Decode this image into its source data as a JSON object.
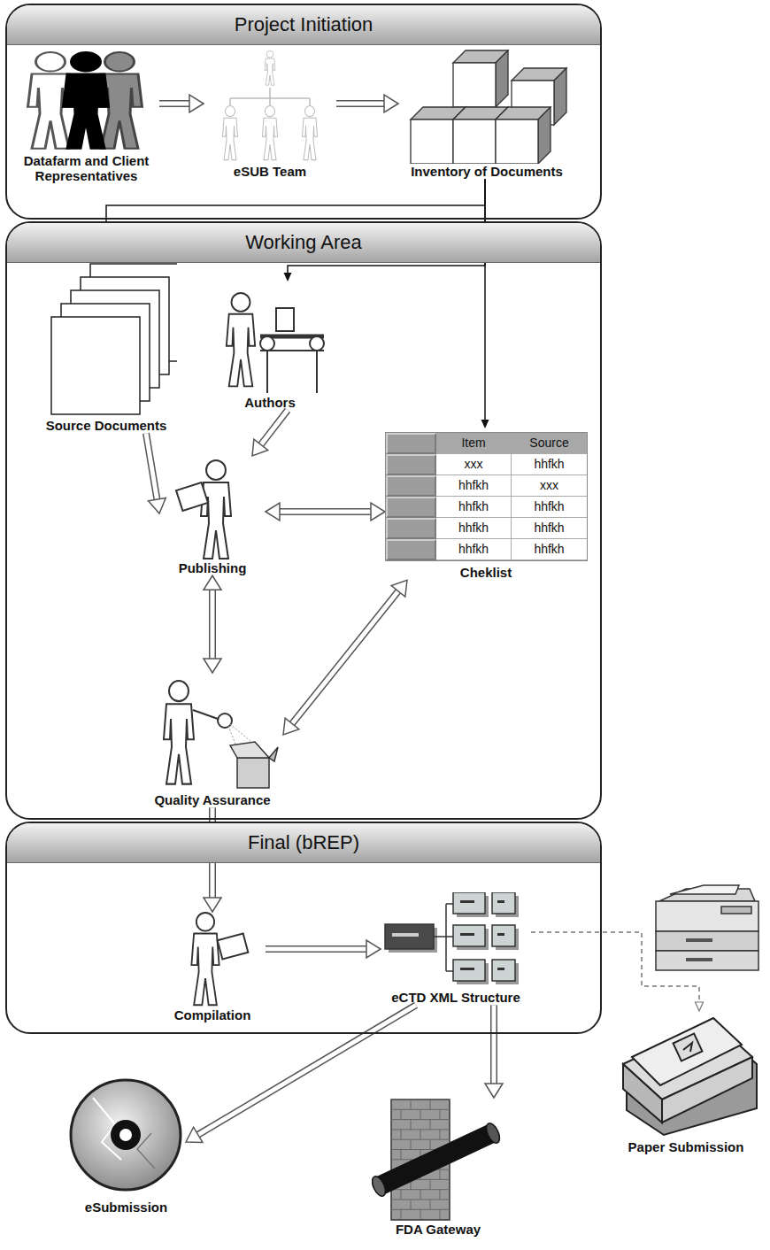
{
  "diagram": {
    "nodes": [
      {
        "text": [
          "Project Initiation"
        ]
      },
      {
        "text": [
          "Datafarm and Client Representatives"
        ],
        "in": 0
      },
      {
        "text": [
          "eSUB Team"
        ],
        "in": 0
      },
      {
        "text": [
          "Inventory of Documents"
        ],
        "in": 0
      },
      {
        "text": [
          "Working Area"
        ]
      },
      {
        "text": [
          "Source Documents"
        ],
        "in": 4
      },
      {
        "text": [
          "Authors"
        ],
        "in": 4
      },
      {
        "text": [
          "Publishing"
        ],
        "in": 4
      },
      {
        "text": [
          "Cheklist"
        ],
        "in": 4
      },
      {
        "text": [
          "Quality Assurance"
        ],
        "in": 4
      },
      {
        "text": [
          "Final (bREP)"
        ]
      },
      {
        "text": [
          "Compilation"
        ],
        "in": 10
      },
      {
        "text": [
          "eCTD XML Structure"
        ],
        "in": 10
      },
      {
        "text": [
          "eSubmission"
        ]
      },
      {
        "text": [
          "FDA Gateway"
        ]
      },
      {
        "text": [
          "Paper Submission"
        ]
      }
    ],
    "edges": [
      {
        "from": 1,
        "to": 2,
        "arrow": "to"
      },
      {
        "from": 2,
        "to": 3,
        "arrow": "to"
      },
      {
        "from": 3,
        "to": 5,
        "arrow": "to"
      },
      {
        "from": 3,
        "to": 6,
        "arrow": "to"
      },
      {
        "from": 3,
        "to": 8,
        "arrow": "to"
      },
      {
        "from": 5,
        "to": 7,
        "arrow": "to"
      },
      {
        "from": 6,
        "to": 7,
        "arrow": "to"
      },
      {
        "from": 7,
        "to": 8,
        "arrow": "both"
      },
      {
        "from": 7,
        "to": 9,
        "arrow": "both"
      },
      {
        "from": 8,
        "to": 9,
        "arrow": "both"
      },
      {
        "from": 9,
        "to": 11,
        "arrow": "to"
      },
      {
        "from": 11,
        "to": 12,
        "arrow": "to"
      },
      {
        "from": 12,
        "to": 15,
        "arrow": "to"
      },
      {
        "from": 12,
        "to": 13,
        "arrow": "to"
      },
      {
        "from": 12,
        "to": 14,
        "arrow": "to"
      }
    ],
    "labels": [
      "Item",
      "Source",
      "xxx",
      "hhfkh",
      "hhfkh",
      "xxx",
      "hhfkh",
      "hhfkh",
      "hhfkh",
      "hhfkh",
      "hhfkh",
      "hhfkh"
    ]
  }
}
